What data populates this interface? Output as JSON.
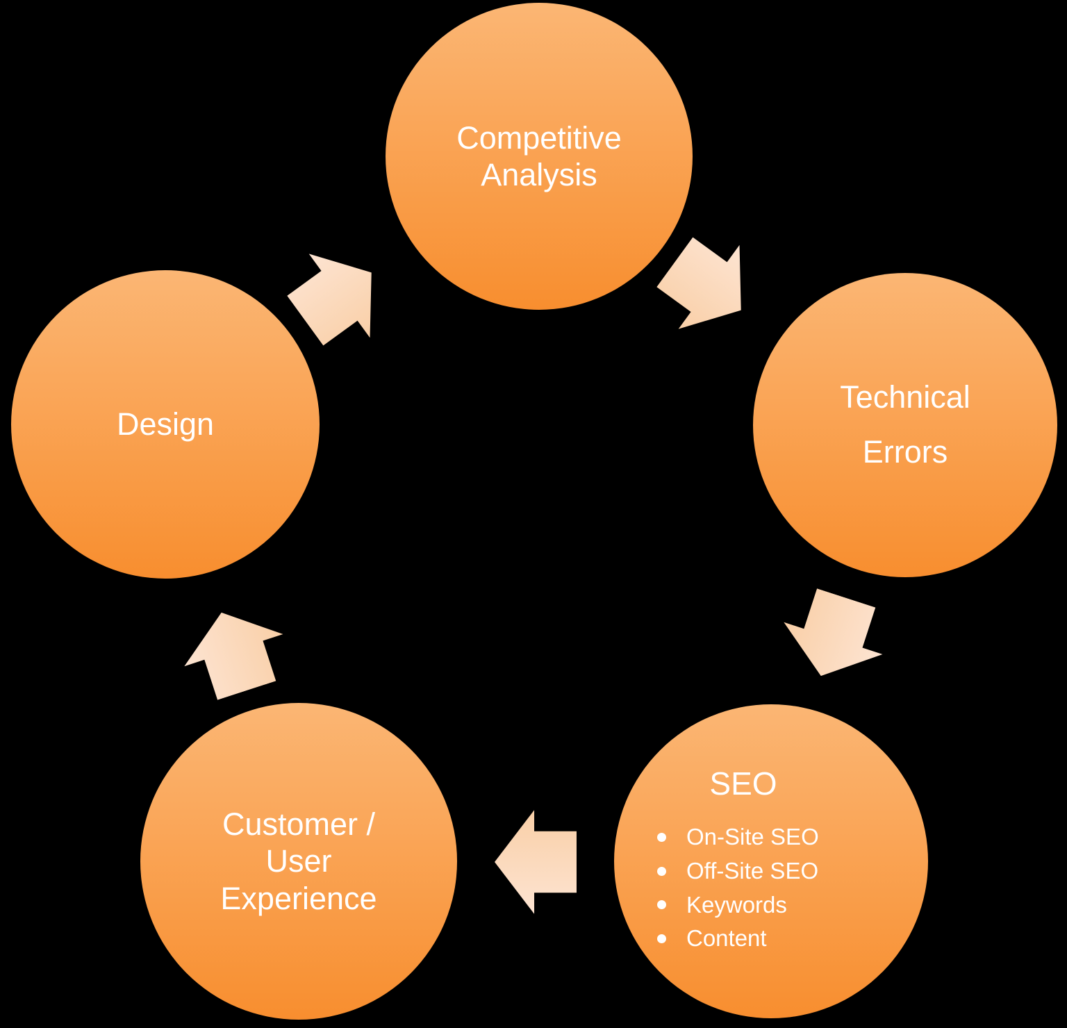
{
  "diagram": {
    "background": "#000000",
    "colors": {
      "circle_top": "#FBB674",
      "circle_bottom": "#F88E2F",
      "arrow_light": "#FDE4D2",
      "arrow_dark": "#F9CFA7",
      "text": "#FFFFFF"
    },
    "nodes": [
      {
        "id": "competitive-analysis",
        "label": "Competitive Analysis",
        "lines": [
          "Competitive",
          "Analysis"
        ]
      },
      {
        "id": "technical-errors",
        "label": "Technical Errors",
        "lines": [
          "Technical",
          "Errors"
        ]
      },
      {
        "id": "seo",
        "label": "SEO",
        "title": "SEO",
        "bullets": [
          "On-Site SEO",
          "Off-Site SEO",
          "Keywords",
          "Content"
        ]
      },
      {
        "id": "customer-user-experience",
        "label": "Customer / User Experience",
        "lines": [
          "Customer /",
          "User",
          "Experience"
        ]
      },
      {
        "id": "design",
        "label": "Design",
        "lines": [
          "Design"
        ]
      }
    ],
    "arrows": [
      {
        "from": "design",
        "to": "competitive-analysis"
      },
      {
        "from": "competitive-analysis",
        "to": "technical-errors"
      },
      {
        "from": "technical-errors",
        "to": "seo"
      },
      {
        "from": "seo",
        "to": "customer-user-experience"
      },
      {
        "from": "customer-user-experience",
        "to": "design"
      }
    ]
  }
}
